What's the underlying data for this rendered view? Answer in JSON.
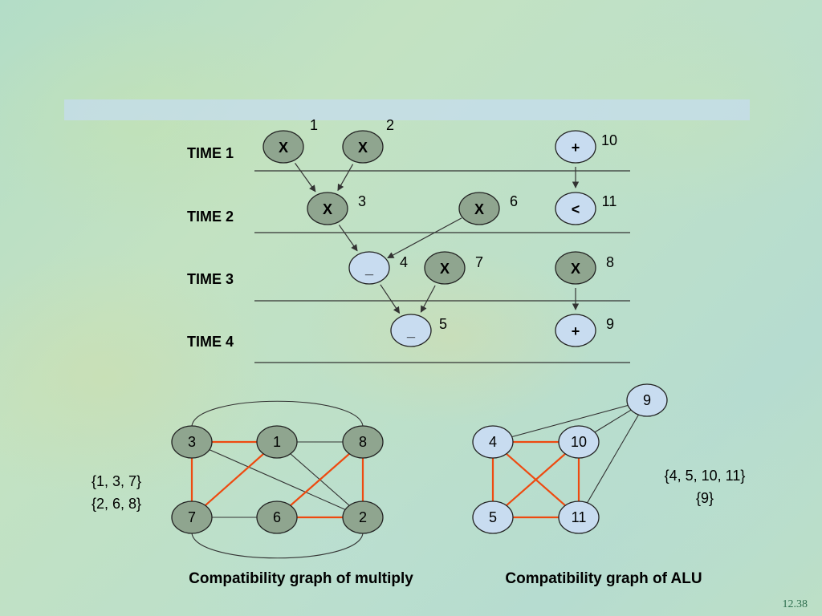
{
  "colors": {
    "gray_node": "#8fa58f",
    "blue_node": "#c8dcf0",
    "compat_edge": "#ee4a10",
    "plain_edge": "#333333",
    "band": "#c5dcee"
  },
  "schedule": {
    "time_labels": [
      "TIME 1",
      "TIME 2",
      "TIME 3",
      "TIME 4"
    ],
    "nodes": [
      {
        "id": "n1",
        "num": "1",
        "op": "X",
        "style": "gray"
      },
      {
        "id": "n2",
        "num": "2",
        "op": "X",
        "style": "gray"
      },
      {
        "id": "n3",
        "num": "3",
        "op": "X",
        "style": "gray"
      },
      {
        "id": "n4",
        "num": "4",
        "op": "_",
        "style": "blue"
      },
      {
        "id": "n5",
        "num": "5",
        "op": "_",
        "style": "blue"
      },
      {
        "id": "n6",
        "num": "6",
        "op": "X",
        "style": "gray"
      },
      {
        "id": "n7",
        "num": "7",
        "op": "X",
        "style": "gray"
      },
      {
        "id": "n8",
        "num": "8",
        "op": "X",
        "style": "gray"
      },
      {
        "id": "n9",
        "num": "9",
        "op": "+",
        "style": "blue"
      },
      {
        "id": "n10",
        "num": "10",
        "op": "+",
        "style": "blue"
      },
      {
        "id": "n11",
        "num": "11",
        "op": "<",
        "style": "blue"
      }
    ],
    "edges": [
      [
        "n1",
        "n3"
      ],
      [
        "n2",
        "n3"
      ],
      [
        "n3",
        "n4"
      ],
      [
        "n6",
        "n4"
      ],
      [
        "n4",
        "n5"
      ],
      [
        "n7",
        "n5"
      ],
      [
        "n10",
        "n11"
      ],
      [
        "n8",
        "n9"
      ]
    ]
  },
  "multiply_graph": {
    "caption": "Compatibility graph of multiply",
    "nodes": [
      "3",
      "1",
      "8",
      "7",
      "6",
      "2"
    ],
    "compatible_edges": [
      [
        "3",
        "1"
      ],
      [
        "3",
        "7"
      ],
      [
        "1",
        "7"
      ],
      [
        "8",
        "6"
      ],
      [
        "8",
        "2"
      ],
      [
        "6",
        "2"
      ]
    ],
    "other_edges": [
      [
        "1",
        "8"
      ],
      [
        "7",
        "6"
      ],
      [
        "3",
        "2"
      ],
      [
        "1",
        "2"
      ],
      [
        "3",
        "8"
      ],
      [
        "7",
        "2"
      ]
    ],
    "sets": [
      "{1, 3, 7}",
      "{2, 6, 8}"
    ]
  },
  "alu_graph": {
    "caption": "Compatibility graph of ALU",
    "nodes": [
      "9",
      "4",
      "10",
      "5",
      "11"
    ],
    "compatible_edges": [
      [
        "4",
        "10"
      ],
      [
        "4",
        "5"
      ],
      [
        "4",
        "11"
      ],
      [
        "10",
        "5"
      ],
      [
        "10",
        "11"
      ],
      [
        "5",
        "11"
      ]
    ],
    "other_edges": [
      [
        "4",
        "9"
      ],
      [
        "10",
        "9"
      ],
      [
        "11",
        "9"
      ]
    ],
    "sets": [
      "{4, 5, 10, 11}",
      "{9}"
    ]
  },
  "slide_number": "12.38"
}
